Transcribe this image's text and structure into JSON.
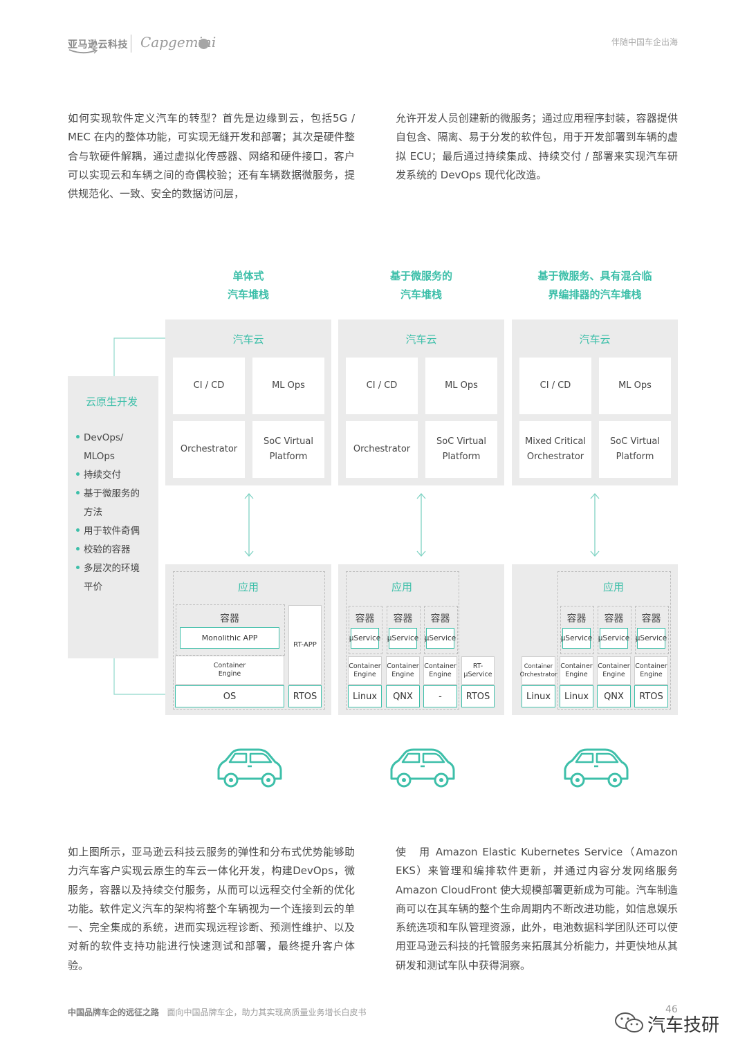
{
  "header": {
    "logo_amazon": "亚马逊云科技",
    "logo_capgemini": "Capgemini",
    "right_text": "伴随中国车企出海"
  },
  "intro": {
    "left": "如何实现软件定义汽车的转型？首先是边缘到云，包括5G / MEC 在内的整体功能，可实现无缝开发和部署；其次是硬件整合与软硬件解耦，通过虚拟化传感器、网络和硬件接口，客户可以实现云和车辆之间的奇偶校验；还有车辆数据微服务，提供规范化、一致、安全的数据访问层，",
    "right": "允许开发人员创建新的微服务；通过应用程序封装，容器提供自包含、隔离、易于分发的软件包，用于开发部署到车辆的虚拟 ECU；最后通过持续集成、持续交付 / 部署来实现汽车研发系统的 DevOps 现代化改造。"
  },
  "diagram": {
    "col1_title": [
      "单体式",
      "汽车堆栈"
    ],
    "col2_title": [
      "基于微服务的",
      "汽车堆栈"
    ],
    "col3_title": [
      "基于微服务、具有混合临",
      "界编排器的汽车堆栈"
    ],
    "cloud_label": "汽车云",
    "cicd": "CI / CD",
    "mlops": "ML Ops",
    "orchestrator": "Orchestrator",
    "mixed_orch": [
      "Mixed Critical",
      "Orchestrator"
    ],
    "soc": [
      "SoC Virtual",
      "Platform"
    ],
    "app_label": "应用",
    "container_label": "容器",
    "monolithic_app": "Monolithic APP",
    "container_engine": [
      "Container",
      "Engine"
    ],
    "container_orch": [
      "Container",
      "Orchestrator"
    ],
    "rt_app": "RT-APP",
    "rt_uservice": [
      "RT-",
      "μService"
    ],
    "uservice": "μService",
    "os": "OS",
    "rtos": "RTOS",
    "linux": "Linux",
    "qnx": "QNX",
    "dash": "-",
    "side": {
      "title": "云原生开发",
      "items": [
        "DevOps/",
        "MLOps",
        "持续交付",
        "基于微服务的",
        "方法",
        "用于软件奇偶",
        "校验的容器",
        "多层次的环境",
        "平价"
      ]
    }
  },
  "outro": {
    "left": "如上图所示，亚马逊云科技云服务的弹性和分布式优势能够助力汽车客户实现云原生的车云一体化开发，构建DevOps，微服务，容器以及持续交付服务，从而可以远程交付全新的优化功能。软件定义汽车的架构将整个车辆视为一个连接到云的单一、完全集成的系统，进而实现远程诊断、预测性维护、以及对新的软件支持功能进行快速测试和部署，最终提升客户体验。",
    "right": "使　用 Amazon Elastic Kubernetes Service（Amazon EKS）来管理和编排软件更新，并通过内容分发网络服务 Amazon CloudFront 使大规模部署更新成为可能。汽车制造商可以在其车辆的整个生命周期内不断改进功能，如信息娱乐系统选项和车队管理资源，此外，电池数据科学团队还可以使用亚马逊云科技的托管服务来拓展其分析能力，并更快地从其研发和测试车队中获得洞察。"
  },
  "footer": {
    "title": "中国品牌车企的远征之路",
    "subtitle": "面向中国品牌车企，助力其实现高质量业务增长白皮书",
    "page": "46",
    "watermark": "汽车技研"
  },
  "colors": {
    "accent": "#3dbfa9",
    "panel": "#ebebeb"
  }
}
